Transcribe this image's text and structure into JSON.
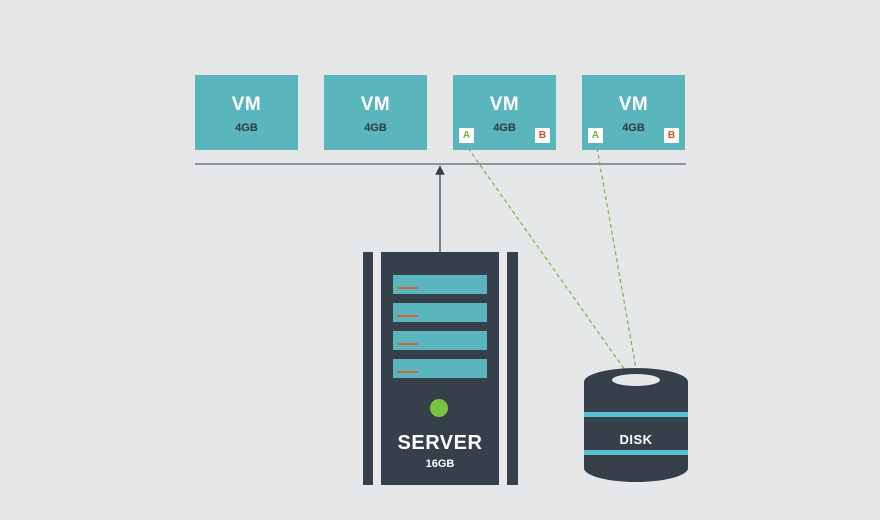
{
  "colors": {
    "background": "#e6e7e8",
    "vm_fill": "#5ab5bc",
    "dark": "#36404a",
    "slot_fill": "#5ab5bc",
    "slot_mark": "#d0643a",
    "led": "#7cc142",
    "tag_a": "#6fb43a",
    "tag_b": "#d0502e",
    "dashed_link": "#7cb342",
    "disk_band": "#5bc0d6"
  },
  "vms": [
    {
      "label": "VM",
      "memory": "4GB",
      "has_disk_tags": false
    },
    {
      "label": "VM",
      "memory": "4GB",
      "has_disk_tags": false
    },
    {
      "label": "VM",
      "memory": "4GB",
      "has_disk_tags": true,
      "tag_a": "A",
      "tag_b": "B"
    },
    {
      "label": "VM",
      "memory": "4GB",
      "has_disk_tags": true,
      "tag_a": "A",
      "tag_b": "B"
    }
  ],
  "server": {
    "label": "SERVER",
    "memory": "16GB",
    "slot_count": 4,
    "icon": "led-indicator-icon"
  },
  "disk": {
    "label": "DISK",
    "icon": "database-cylinder-icon"
  },
  "connections": [
    {
      "from": "server",
      "to": "vm-bus",
      "style": "solid-arrow"
    },
    {
      "from": "vm-3.tag-a",
      "to": "disk",
      "style": "dashed-arrow"
    },
    {
      "from": "vm-4.tag-a",
      "to": "disk",
      "style": "dashed-arrow"
    }
  ]
}
